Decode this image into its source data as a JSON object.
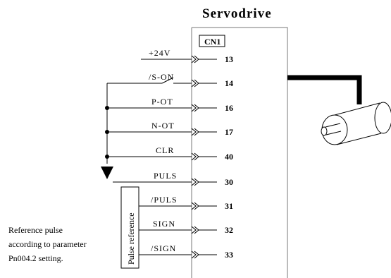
{
  "title": "Servodrive",
  "connector": "CN1",
  "signals": [
    {
      "label": "+24V",
      "pin": "13"
    },
    {
      "label": "/S-ON",
      "pin": "14"
    },
    {
      "label": "P-OT",
      "pin": "16"
    },
    {
      "label": "N-OT",
      "pin": "17"
    },
    {
      "label": "CLR",
      "pin": "40"
    },
    {
      "label": "PULS",
      "pin": "30"
    },
    {
      "label": "/PULS",
      "pin": "31"
    },
    {
      "label": "SIGN",
      "pin": "32"
    },
    {
      "label": "/SIGN",
      "pin": "33"
    }
  ],
  "pulse_box_label": "Pulse reference",
  "note_lines": [
    "Reference pulse",
    "according to parameter",
    "Pn004.2 setting."
  ]
}
